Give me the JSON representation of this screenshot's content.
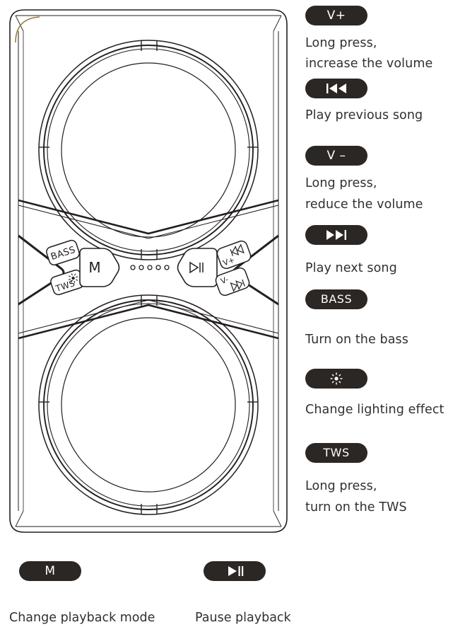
{
  "document": {
    "kind": "speaker-button-guide",
    "accent_color": "#2b2724",
    "text_color": "#2f3033",
    "line_color": "#231f1e"
  },
  "legend": {
    "items": [
      {
        "id": "volume-up",
        "icon": "volume-up-icon",
        "badge_label": "V+",
        "badge_kind": "text",
        "caption_lines": [
          "Long press,",
          "increase the volume"
        ]
      },
      {
        "id": "previous-song",
        "icon": "previous-track-icon",
        "badge_label": "",
        "badge_kind": "icon-prev",
        "caption_lines": [
          "Play previous song"
        ]
      },
      {
        "id": "volume-down",
        "icon": "volume-down-icon",
        "badge_label": "V –",
        "badge_kind": "text",
        "caption_lines": [
          "Long press,",
          "reduce the volume"
        ]
      },
      {
        "id": "next-song",
        "icon": "next-track-icon",
        "badge_label": "",
        "badge_kind": "icon-next",
        "caption_lines": [
          "Play next song"
        ]
      },
      {
        "id": "bass",
        "icon": "bass-icon",
        "badge_label": "BASS",
        "badge_kind": "text",
        "caption_lines": [
          "Turn on the bass"
        ]
      },
      {
        "id": "lighting",
        "icon": "lighting-effect-icon",
        "badge_label": "",
        "badge_kind": "icon-light",
        "caption_lines": [
          "Change lighting effect"
        ]
      },
      {
        "id": "tws",
        "icon": "tws-icon",
        "badge_label": "TWS",
        "badge_kind": "text",
        "caption_lines": [
          "Long press,",
          "turn on the TWS"
        ]
      }
    ]
  },
  "bottom_row": {
    "items": [
      {
        "id": "mode",
        "icon": "mode-icon",
        "badge_label": "M",
        "badge_kind": "text",
        "caption": "Change playback mode"
      },
      {
        "id": "pause",
        "icon": "play-pause-icon",
        "badge_label": "",
        "badge_kind": "icon-playpause",
        "caption": "Pause playback"
      }
    ]
  },
  "device": {
    "name": "portable-speaker",
    "panel_buttons": [
      {
        "id": "bass",
        "label": "BASS",
        "icon": "bass-key-icon"
      },
      {
        "id": "tws",
        "label": "TWS",
        "icon": "tws-key-icon"
      },
      {
        "id": "mode",
        "label": "M",
        "icon": "mode-key-icon"
      },
      {
        "id": "play",
        "label": "",
        "icon": "play-pause-key-icon"
      },
      {
        "id": "vol-up-prev",
        "label": "V+",
        "icon": "vol-up-prev-key-icon"
      },
      {
        "id": "vol-down-next",
        "label": "V-",
        "icon": "vol-down-next-key-icon"
      }
    ],
    "led_count": 5
  }
}
